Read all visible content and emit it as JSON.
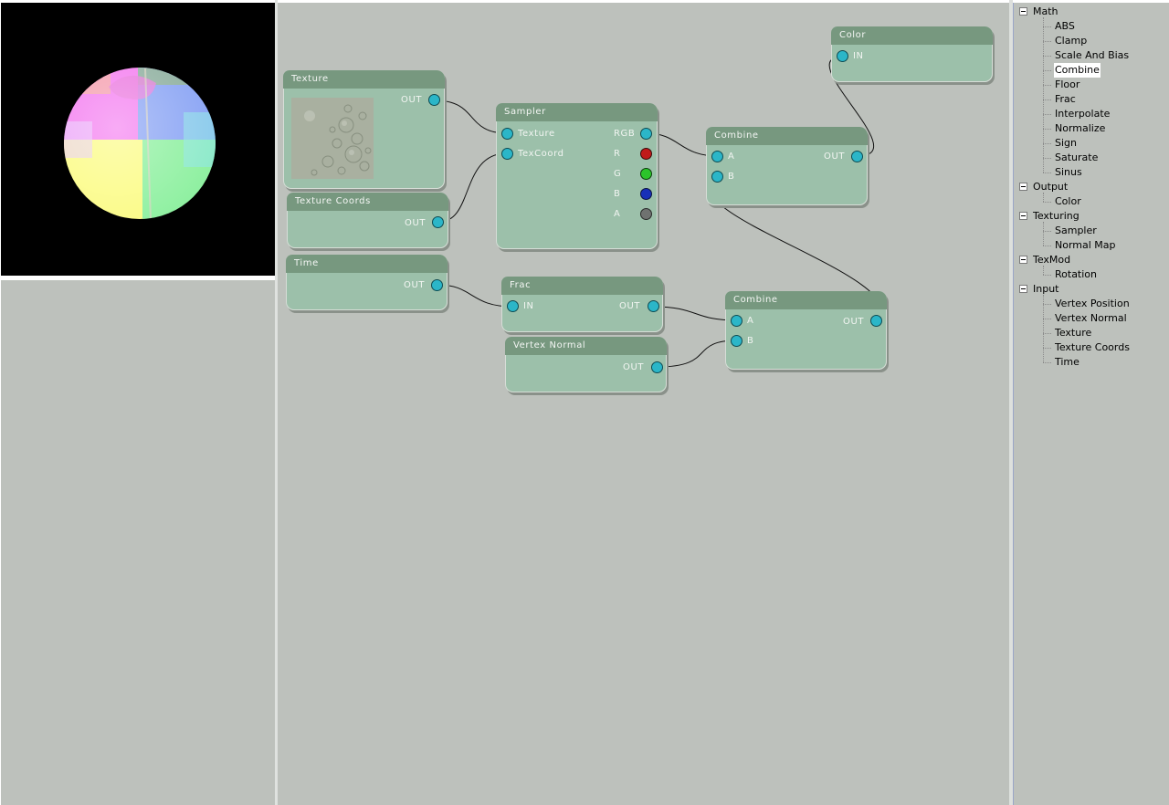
{
  "nodes": {
    "texture": {
      "title": "Texture",
      "out": "OUT"
    },
    "texture_coords": {
      "title": "Texture Coords",
      "out": "OUT"
    },
    "time": {
      "title": "Time",
      "out": "OUT"
    },
    "sampler": {
      "title": "Sampler",
      "in_texture": "Texture",
      "in_texcoord": "TexCoord",
      "out_rgb": "RGB",
      "out_r": "R",
      "out_g": "G",
      "out_b": "B",
      "out_a": "A"
    },
    "combine1": {
      "title": "Combine",
      "in_a": "A",
      "in_b": "B",
      "out": "OUT"
    },
    "color": {
      "title": "Color",
      "in": "IN"
    },
    "frac": {
      "title": "Frac",
      "in": "IN",
      "out": "OUT"
    },
    "vertex_normal": {
      "title": "Vertex Normal",
      "out": "OUT"
    },
    "combine2": {
      "title": "Combine",
      "in_a": "A",
      "in_b": "B",
      "out": "OUT"
    }
  },
  "palette": {
    "categories": [
      {
        "label": "Math",
        "items": [
          "ABS",
          "Clamp",
          "Scale And Bias",
          "Combine",
          "Floor",
          "Frac",
          "Interpolate",
          "Normalize",
          "Sign",
          "Saturate",
          "Sinus"
        ]
      },
      {
        "label": "Output",
        "items": [
          "Color"
        ]
      },
      {
        "label": "Texturing",
        "items": [
          "Sampler",
          "Normal Map"
        ]
      },
      {
        "label": "TexMod",
        "items": [
          "Rotation"
        ]
      },
      {
        "label": "Input",
        "items": [
          "Vertex Position",
          "Vertex Normal",
          "Texture",
          "Texture Coords",
          "Time"
        ]
      }
    ],
    "selected_item": "Combine"
  },
  "colors": {
    "node_body": "#9cc0aa",
    "node_title": "#77987f",
    "canvas": "#bdc1bc",
    "port": "#2bb6c8",
    "port_r": "#c01a1a",
    "port_g": "#2bc42b",
    "port_b": "#1830b8",
    "port_a": "#6f7270"
  }
}
